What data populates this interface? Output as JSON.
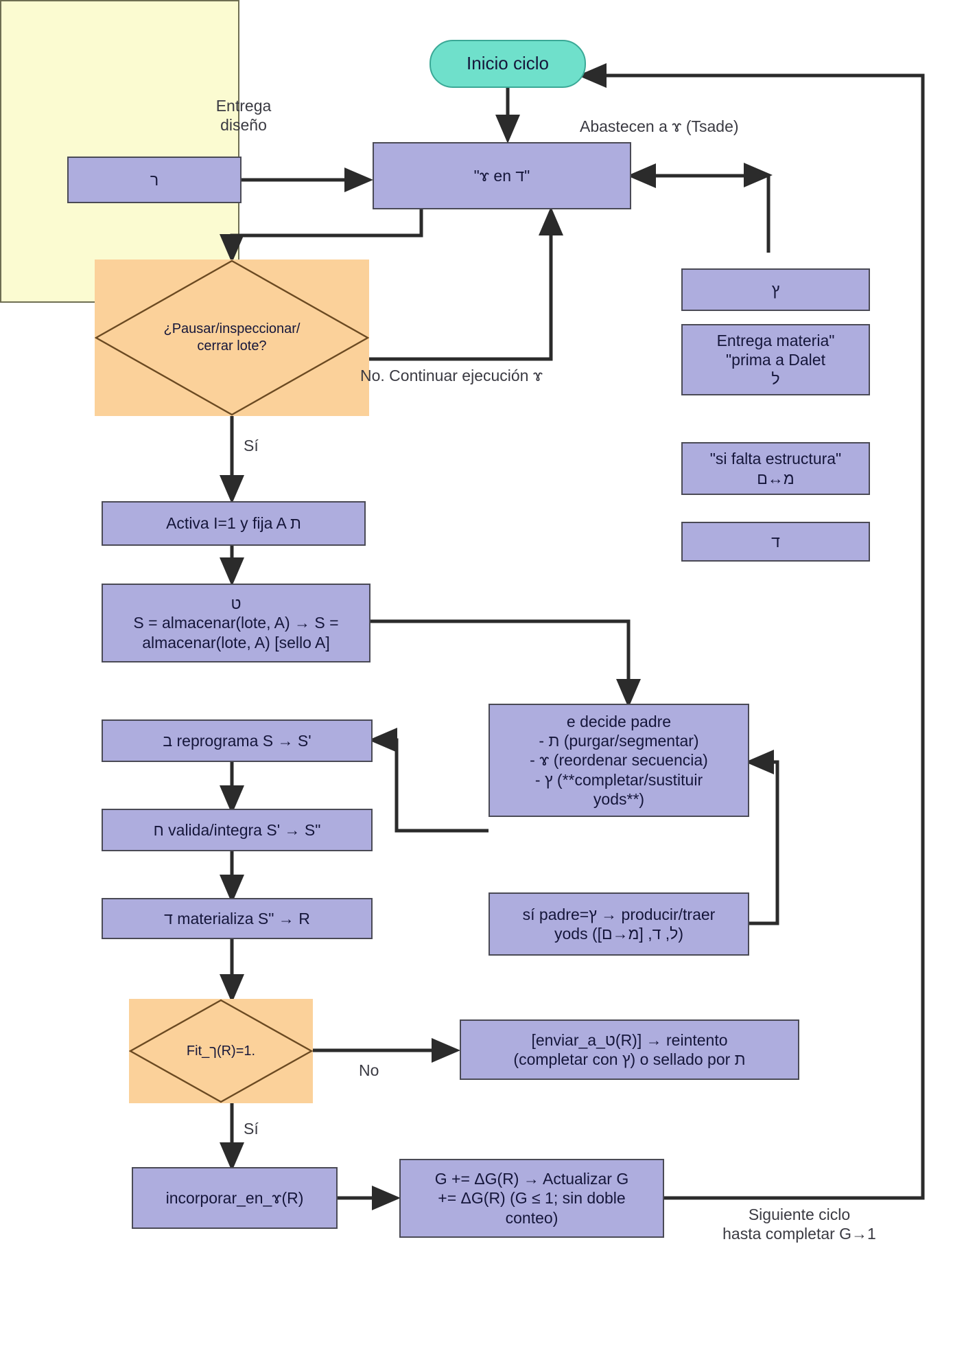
{
  "diagram": {
    "title": "Flujo de ciclo de producción",
    "colors": {
      "process_fill": "#aeadde",
      "process_stroke": "#4a4a55",
      "terminator_fill": "#6fe0cb",
      "decision_fill": "#fbd19a",
      "group_fill": "#fbfbd1",
      "edge": "#2b2b2b",
      "text": "#15163a"
    }
  },
  "nodes": {
    "start": "Inicio ciclo",
    "resh_box": "ר",
    "tsade_in_dalet": "\"ɤ en ד\"",
    "decision_pause": "¿Pausar/inspeccionar/\ncerrar lote?",
    "activa": "Activa I=1 y fija A ת",
    "almacenar": "ט\nS = almacenar(lote, A) → S =\nalmacenar(lote, A) [sello A]",
    "decide_padre": "e decide padre\n- ת (purgar/segmentar)\n- ɤ (reordenar secuencia)\n- ץ (**completar/sustituir\nyods**)",
    "reprograma": "ב reprograma S → S'",
    "valida": "ח valida/integra S' → S\"",
    "materializa": "ד materializa S\" → R",
    "si_padre": "sí padre=ץ → producir/traer\nyods ([מ→ם] ,ל, ד)",
    "decision_fit": "Fit_ך(R)=1.",
    "reintento": "[enviar_a_ט(R)]  → reintento\n(completar con ץ) o sellado por ת",
    "incorporar": "incorporar_en_ɤ(R)",
    "actualizar_g": "G += ΔG(R) → Actualizar G\n+= ΔG(R) (G ≤ 1; sin doble\nconteo)"
  },
  "group_box": {
    "items": [
      "ץ",
      "Entrega materia\"\n\"prima a Dalet\nל",
      "\"si falta estructura\"\nמ↔ם",
      "ד"
    ]
  },
  "edge_labels": {
    "entrega_diseno": "Entrega\ndiseño",
    "abastecen": "Abastecen a ɤ (Tsade)",
    "no_continuar": "No. Continuar ejecución ɤ",
    "si_pause": "Sí",
    "no_fit": "No",
    "si_fit": "Sí",
    "siguiente_ciclo": "Siguiente ciclo\nhasta completar G→1"
  }
}
